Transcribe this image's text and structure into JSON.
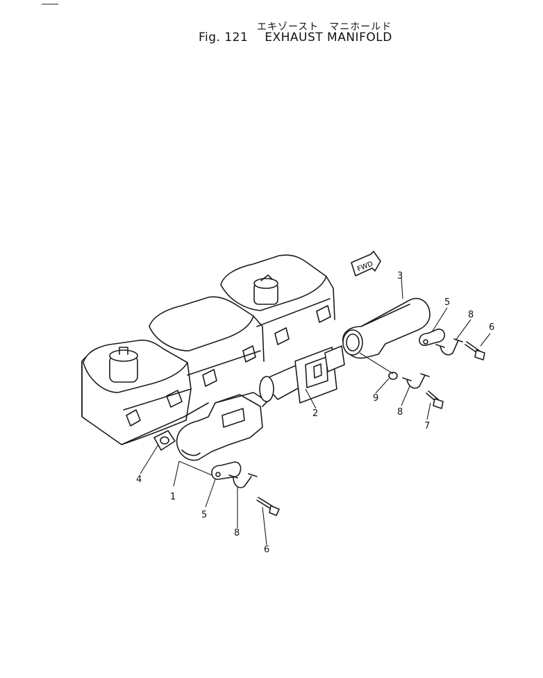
{
  "header": {
    "title_jp": "エキゾースト　マニホールド",
    "fig_label": "Fig. 121",
    "title_en": "EXHAUST MANIFOLD"
  },
  "arrow_label": "FWD",
  "parts": [
    {
      "num": "1",
      "name": "exhaust manifold (front)"
    },
    {
      "num": "2",
      "name": "connector pipe"
    },
    {
      "num": "3",
      "name": "exhaust manifold (rear)"
    },
    {
      "num": "4",
      "name": "gasket"
    },
    {
      "num": "5",
      "name": "clamp"
    },
    {
      "num": "6",
      "name": "bolt"
    },
    {
      "num": "7",
      "name": "bolt"
    },
    {
      "num": "8",
      "name": "lock plate"
    },
    {
      "num": "9",
      "name": "ring"
    }
  ],
  "callouts": {
    "c1": "1",
    "c2": "2",
    "c3": "3",
    "c4": "4",
    "c5a": "5",
    "c5b": "5",
    "c6a": "6",
    "c6b": "6",
    "c7": "7",
    "c8a": "8",
    "c8b": "8",
    "c9": "9"
  }
}
